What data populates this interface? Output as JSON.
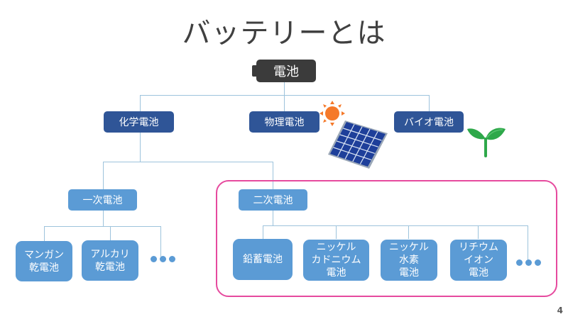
{
  "slide": {
    "title": "バッテリーとは",
    "page_number": "4"
  },
  "tree": {
    "root": {
      "label": "電池",
      "icon": "battery-icon"
    },
    "categories": [
      {
        "label": "化学電池"
      },
      {
        "label": "物理電池",
        "icon": "solar-panel-icon"
      },
      {
        "label": "バイオ電池",
        "icon": "sprout-icon"
      }
    ],
    "chemical": {
      "primary": {
        "label": "一次電池",
        "children": [
          "マンガン\n乾電池",
          "アルカリ\n乾電池"
        ],
        "more": "•••"
      },
      "secondary": {
        "label": "二次電池",
        "children": [
          "鉛蓄電池",
          "ニッケル\nカドニウム\n電池",
          "ニッケル\n水素\n電池",
          "リチウム\nイオン\n電池"
        ],
        "more": "•••"
      }
    }
  },
  "colors": {
    "root": "#3b3b3b",
    "level2": "#2f5597",
    "level3": "#5b9bd5",
    "connector": "#9dc3dc",
    "highlight_frame": "#e64a9e"
  }
}
